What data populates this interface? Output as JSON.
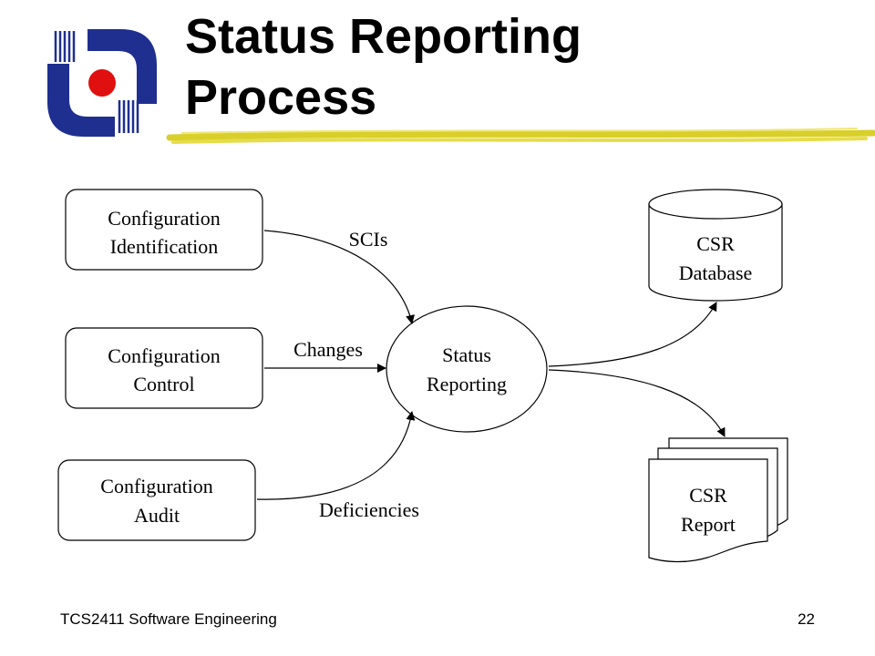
{
  "slide": {
    "title_line_1": "Status Reporting",
    "title_line_2": "Process",
    "footer_left": "TCS2411 Software Engineering",
    "page_number": "22"
  },
  "diagram": {
    "nodes": {
      "config_identification": {
        "line1": "Configuration",
        "line2": "Identification"
      },
      "config_control": {
        "line1": "Configuration",
        "line2": "Control"
      },
      "config_audit": {
        "line1": "Configuration",
        "line2": "Audit"
      },
      "status_reporting": {
        "line1": "Status",
        "line2": "Reporting"
      },
      "csr_database": {
        "line1": "CSR",
        "line2": "Database"
      },
      "csr_report": {
        "line1": "CSR",
        "line2": "Report"
      }
    },
    "edges": {
      "scis": "SCIs",
      "changes": "Changes",
      "deficiencies": "Deficiencies"
    }
  },
  "colors": {
    "logo_blue": "#1f2f8f",
    "logo_red": "#e01010",
    "underline_yellow": "#d8cf2a"
  }
}
